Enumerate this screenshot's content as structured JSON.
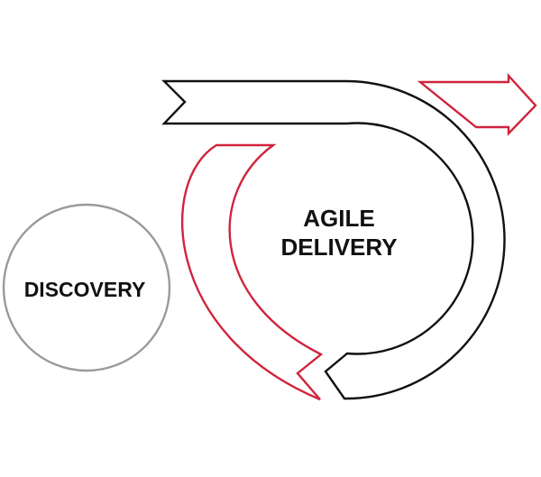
{
  "diagram": {
    "discovery_label": "DISCOVERY",
    "agile_label_line1": "AGILE",
    "agile_label_line2": "DELIVERY"
  },
  "colors": {
    "discovery_circle": "#9a9a9a",
    "main_arrow": "#111111",
    "accent_arrow": "#d0243c",
    "text": "#111111"
  }
}
